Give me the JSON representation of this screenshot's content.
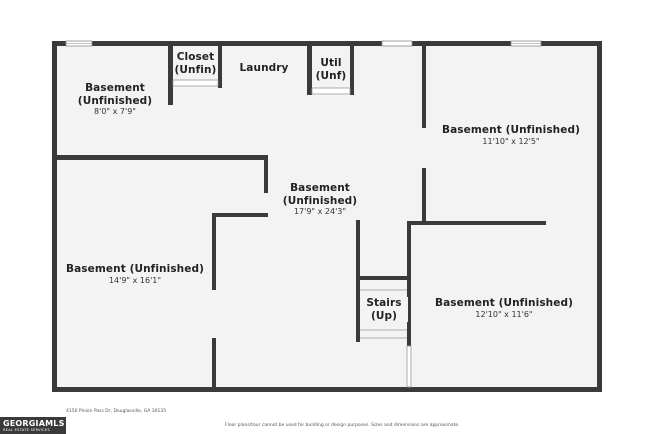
{
  "rooms": [
    {
      "id": "basement-nw",
      "name": "Basement\n(Unfinished)",
      "dim": "8'0\" x 7'9\""
    },
    {
      "id": "closet",
      "name": "Closet\n(Unfin)",
      "dim": ""
    },
    {
      "id": "laundry",
      "name": "Laundry",
      "dim": ""
    },
    {
      "id": "util",
      "name": "Util\n(Unf)",
      "dim": ""
    },
    {
      "id": "basement-ne",
      "name": "Basement (Unfinished)",
      "dim": "11'10\" x 12'5\""
    },
    {
      "id": "basement-center",
      "name": "Basement\n(Unfinished)",
      "dim": "17'9\" x 24'3\""
    },
    {
      "id": "basement-sw",
      "name": "Basement (Unfinished)",
      "dim": "14'9\" x 16'1\""
    },
    {
      "id": "stairs",
      "name": "Stairs\n(Up)",
      "dim": ""
    },
    {
      "id": "basement-se",
      "name": "Basement (Unfinished)",
      "dim": "12'10\" x 11'6\""
    }
  ],
  "footer": {
    "address": "4150 Pinion Pass Dr, Douglasville, GA 30135",
    "disclaimer": "Floor plans/tour cannot be used for building or design purposes. Sizes and dimensions are approximate.",
    "logo_main": "GEORGIAMLS",
    "logo_sub": "REAL ESTATE SERVICES"
  },
  "colors": {
    "wall": "#3a3a3a",
    "floor": "#f3f3f3",
    "window": "#cfcfcf"
  }
}
